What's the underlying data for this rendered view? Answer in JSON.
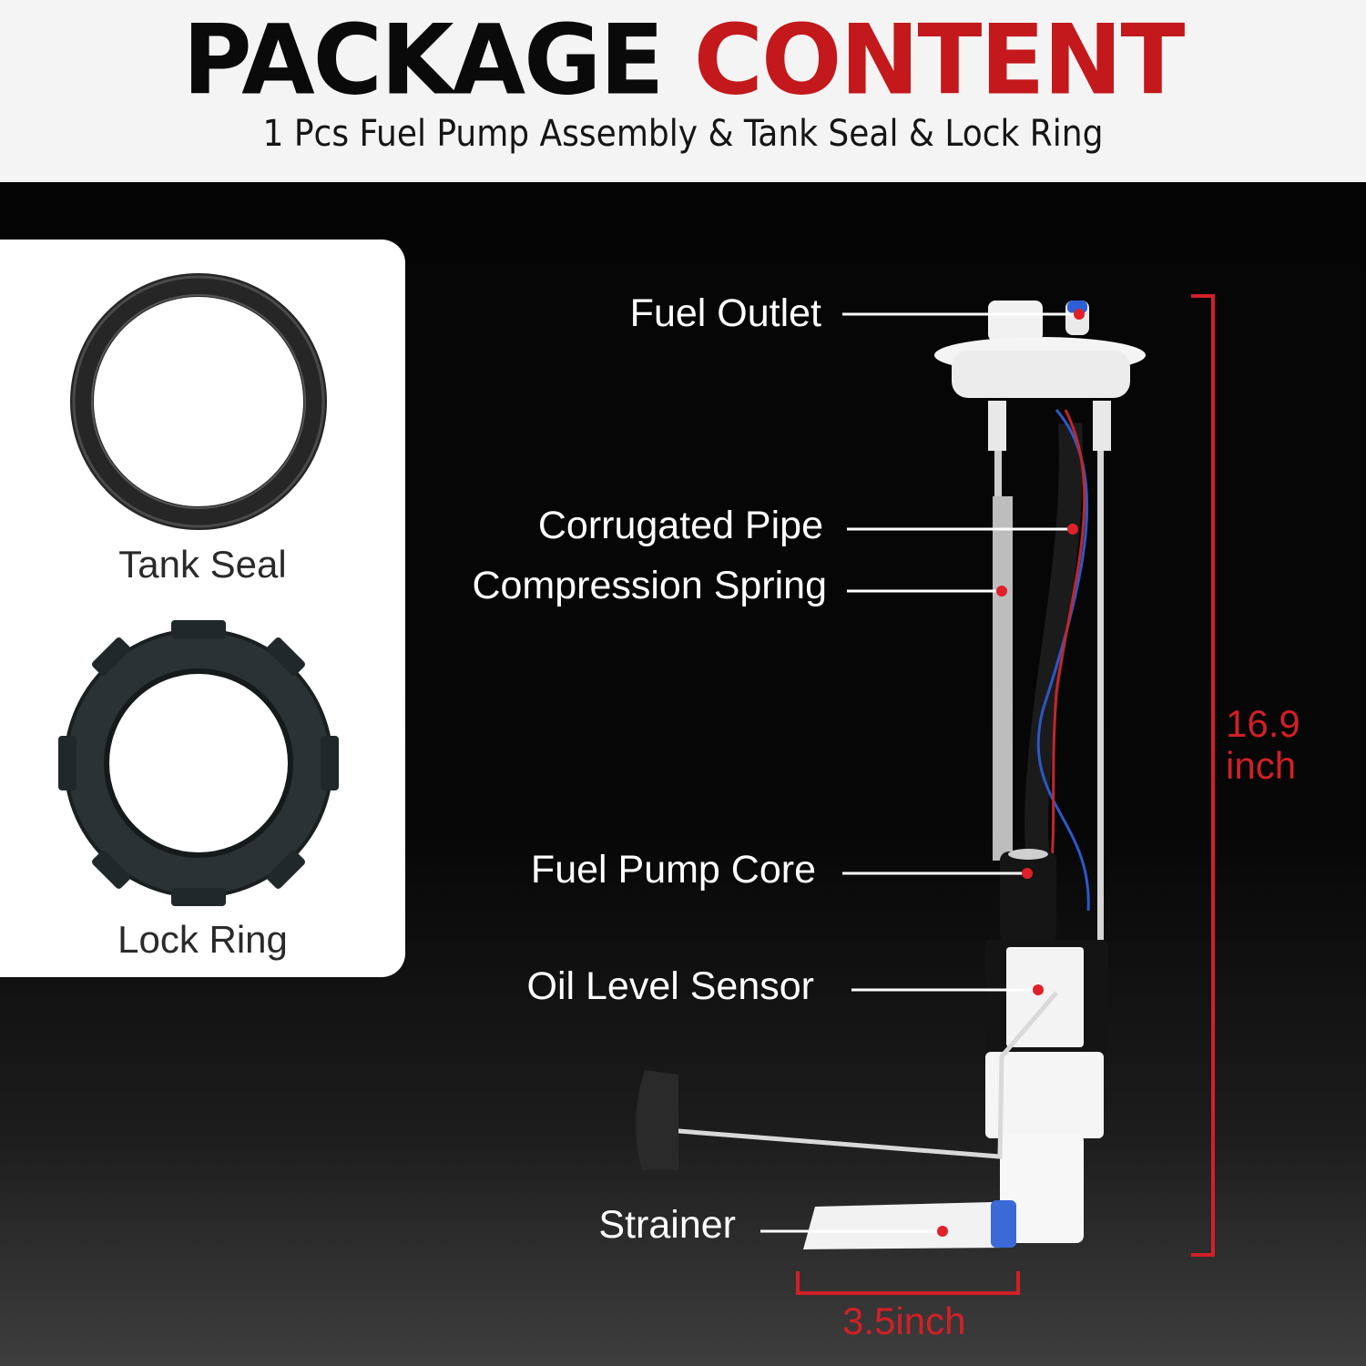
{
  "header": {
    "title_part1": "PACKAGE",
    "title_part2": "CONTENT",
    "subtitle": "1 Pcs Fuel Pump Assembly & Tank Seal & Lock Ring"
  },
  "accessories": {
    "tank_seal_label": "Tank Seal",
    "lock_ring_label": "Lock Ring"
  },
  "callouts": {
    "fuel_outlet": "Fuel Outlet",
    "corrugated_pipe": "Corrugated Pipe",
    "compression_spring": "Compression Spring",
    "fuel_pump_core": "Fuel Pump Core",
    "oil_level_sensor": "Oil Level Sensor",
    "strainer": "Strainer"
  },
  "dimensions": {
    "height_value": "16.9",
    "height_unit": "inch",
    "width": "3.5inch"
  },
  "colors": {
    "accent_red": "#c3181c",
    "dimension_red": "#d12027",
    "marker_red": "#e0202a"
  }
}
